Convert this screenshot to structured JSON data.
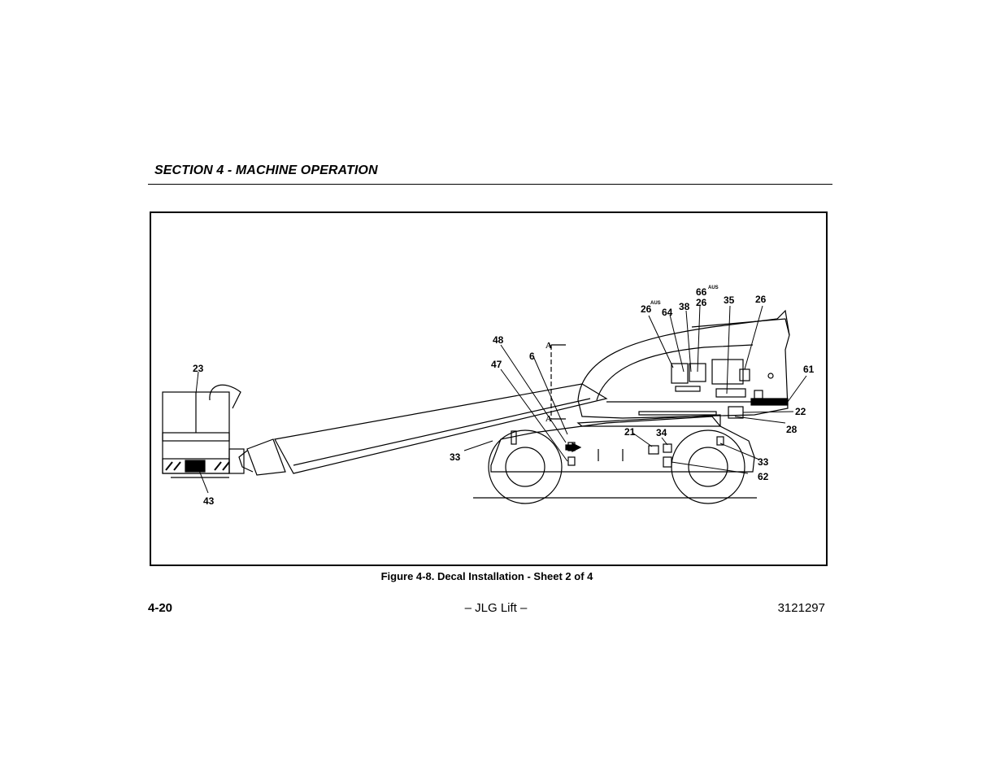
{
  "header": {
    "section_title": "SECTION 4 - MACHINE OPERATION"
  },
  "figure": {
    "caption": "Figure 4-8. Decal Installation - Sheet 2 of 4",
    "section_marker": "A",
    "superscript": "AUS",
    "callouts": {
      "c23": "23",
      "c43": "43",
      "c48": "48",
      "c47": "47",
      "c6": "6",
      "c33a": "33",
      "c26a": "26",
      "c64": "64",
      "c38": "38",
      "c26b": "26",
      "c66": "66",
      "c35": "35",
      "c26c": "26",
      "c61": "61",
      "c22": "22",
      "c28": "28",
      "c21": "21",
      "c34": "34",
      "c33b": "33",
      "c62": "62"
    }
  },
  "footer": {
    "page_number": "4-20",
    "center_text": "– JLG Lift –",
    "doc_number": "3121297"
  }
}
